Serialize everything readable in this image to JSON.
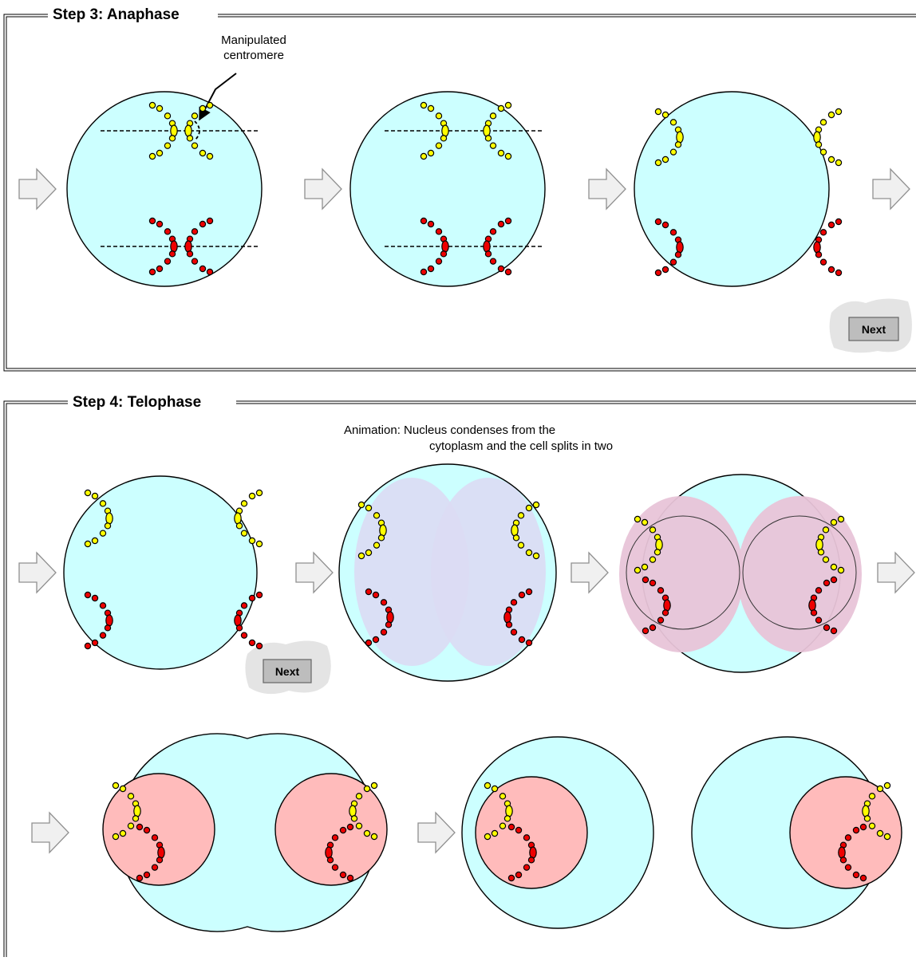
{
  "panels": [
    {
      "title": "Step 3: Anaphase",
      "annotation": [
        "Manipulated",
        "centromere"
      ],
      "next_label": "Next"
    },
    {
      "title": "Step 4: Telophase",
      "caption": [
        "Animation:  Nucleus condenses from the",
        "cytoplasm and the cell splits in two"
      ],
      "next_label": "Next"
    }
  ],
  "colors": {
    "cytoplasm": "#ccffff",
    "chromosome_yellow": "#ffff00",
    "chromosome_red": "#ee0000",
    "nucleus": "#ffbbbb"
  },
  "icons": [
    "right-arrow-icon"
  ]
}
